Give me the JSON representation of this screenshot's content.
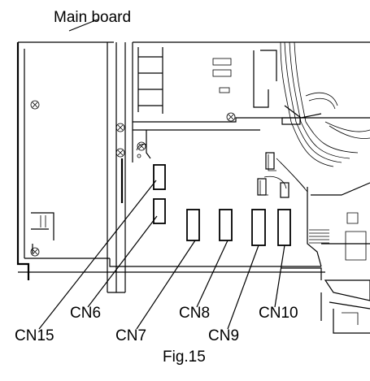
{
  "labels": {
    "main_board": "Main board",
    "figure": "Fig.15"
  },
  "connectors": [
    "CN15",
    "CN6",
    "CN7",
    "CN8",
    "CN9",
    "CN10"
  ],
  "icons": {
    "screw": "screw-icon"
  }
}
